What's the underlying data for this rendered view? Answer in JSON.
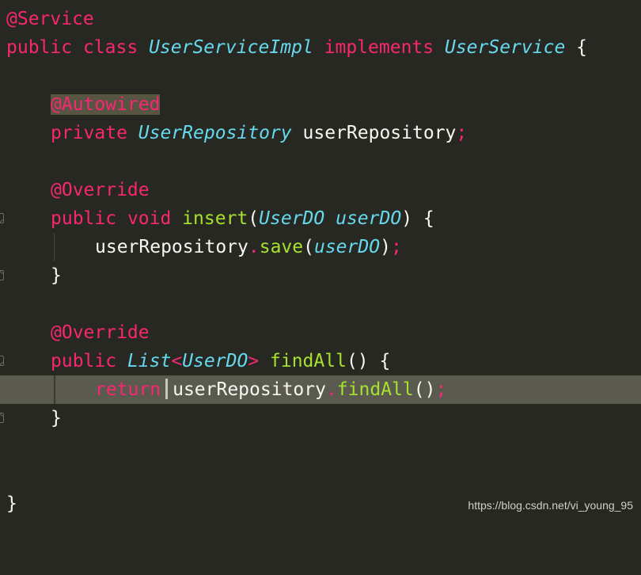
{
  "editor": {
    "theme": "Monokai",
    "colors": {
      "background": "#272822",
      "keyword": "#f92672",
      "type": "#66d9ef",
      "function": "#a6e22e",
      "text": "#f8f8f2",
      "active_line": "#5b5a4f",
      "annotation_highlight": "#575542"
    },
    "lines": [
      {
        "annotation": "@Service"
      },
      {
        "kw1": "public",
        "kw2": "class",
        "class_name": "UserServiceImpl",
        "kw3": "implements",
        "interface_name": "UserService",
        "brace": "{"
      },
      {},
      {
        "annotation": "@Autowired"
      },
      {
        "kw1": "private",
        "type": "UserRepository",
        "name": "userRepository",
        "semi": ";"
      },
      {},
      {
        "annotation": "@Override"
      },
      {
        "kw1": "public",
        "kw2": "void",
        "method": "insert",
        "open_paren": "(",
        "param_type": "UserDO",
        "param_name": "userDO",
        "close_paren": ")",
        "brace": "{"
      },
      {
        "obj": "userRepository",
        "dot": ".",
        "method": "save",
        "open_paren": "(",
        "arg": "userDO",
        "close_paren": ")",
        "semi": ";"
      },
      {
        "brace": "}"
      },
      {},
      {
        "annotation": "@Override"
      },
      {
        "kw1": "public",
        "type": "List",
        "lt": "<",
        "generic": "UserDO",
        "gt": ">",
        "method": "findAll",
        "parens": "()",
        "brace": "{"
      },
      {
        "kw": "return",
        "obj": "userRepository",
        "dot": ".",
        "method": "findAll",
        "parens": "()",
        "semi": ";"
      },
      {
        "brace": "}"
      },
      {},
      {},
      {
        "brace": "}"
      }
    ]
  },
  "watermark": "https://blog.csdn.net/vi_young_95"
}
